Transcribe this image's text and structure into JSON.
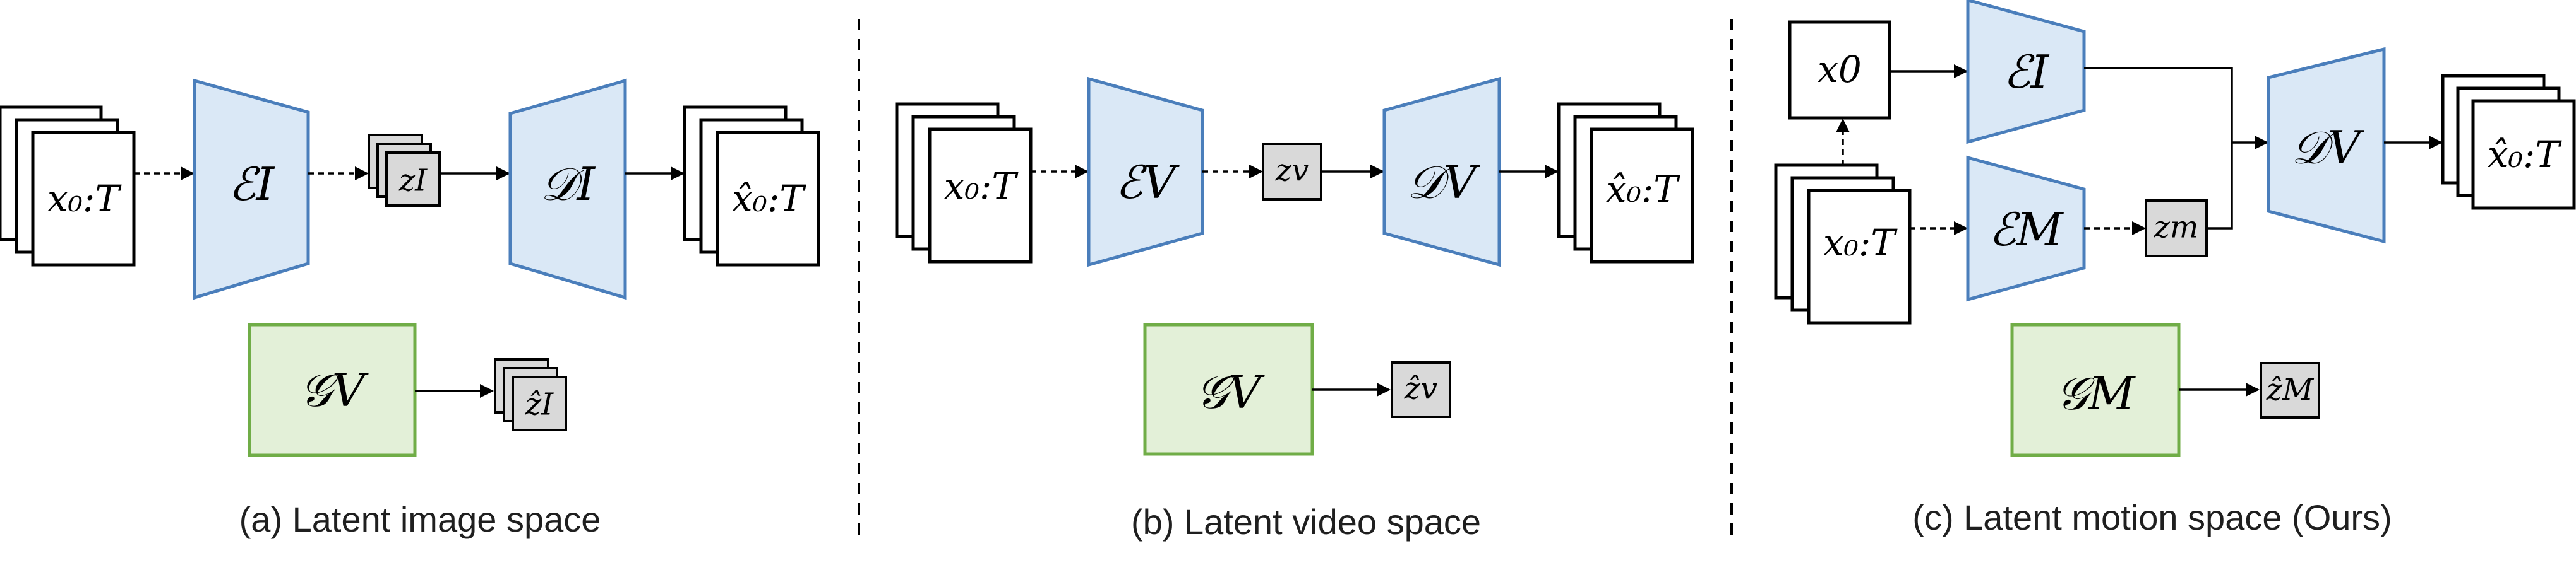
{
  "colors": {
    "encoder_fill": "#dae8f6",
    "encoder_stroke": "#4a7ebb",
    "generator_fill": "#e3f0d8",
    "generator_stroke": "#70ad47",
    "latent_fill": "#d9d9d9"
  },
  "panel_a": {
    "input": "x₀:T",
    "encoder": "ℰI",
    "latent": "zI",
    "decoder": "𝒟I",
    "output": "x̂₀:T",
    "generator": "𝒢V",
    "generated": "ẑI",
    "caption": "(a) Latent image space"
  },
  "panel_b": {
    "input": "x₀:T",
    "encoder": "ℰV",
    "latent": "zv",
    "decoder": "𝒟V",
    "output": "x̂₀:T",
    "generator": "𝒢V",
    "generated": "ẑv",
    "caption": "(b) Latent video space"
  },
  "panel_c": {
    "frame": "x0",
    "image_encoder": "ℰI",
    "input": "x₀:T",
    "motion_encoder": "ℰM",
    "latent": "zm",
    "decoder": "𝒟V",
    "output": "x̂₀:T",
    "generator": "𝒢M",
    "generated": "ẑM",
    "caption": "(c) Latent motion space (Ours)"
  }
}
